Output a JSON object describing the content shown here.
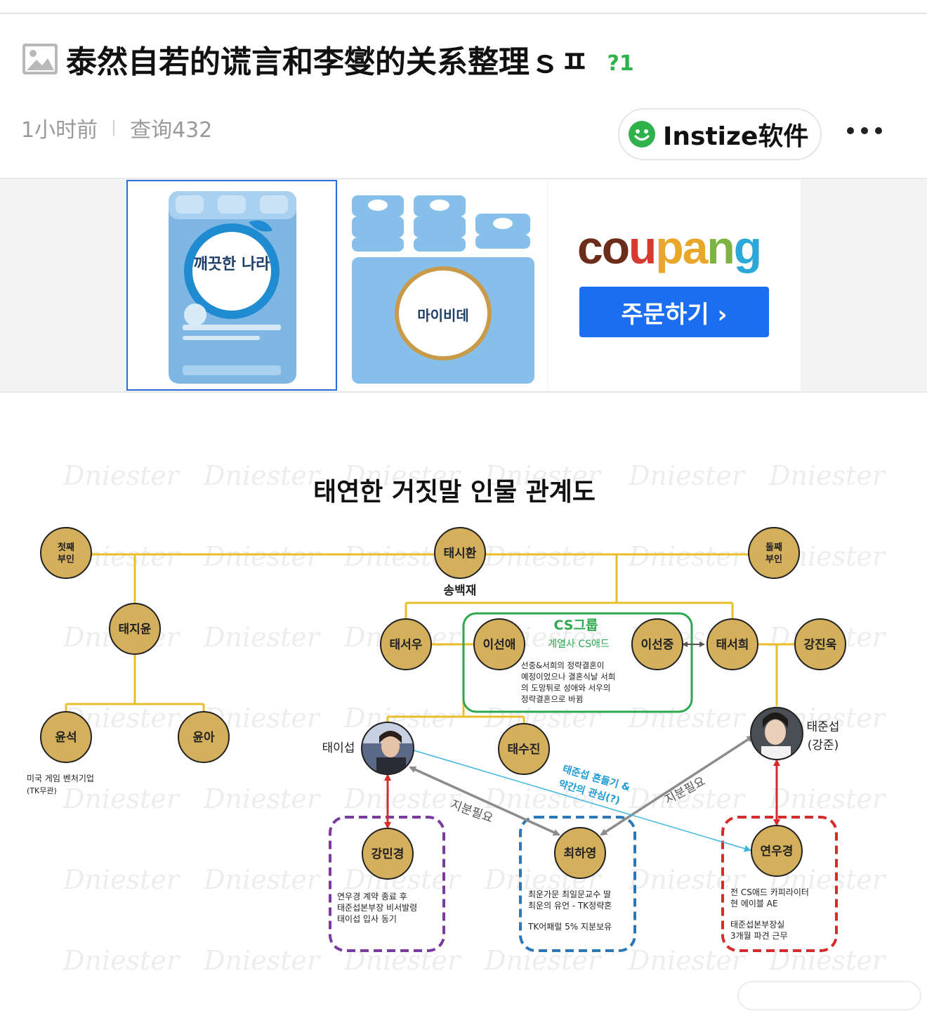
{
  "post": {
    "title": "泰然自若的谎言和李燮的关系整理ｓㅍ",
    "comment_count": "?1",
    "time": "1小时前",
    "views": "查询432",
    "app_label": "Instize软件"
  },
  "ad": {
    "product1_brand": "깨끗한 나라",
    "product2_label": "마이비데",
    "coupang_letters": [
      "c",
      "o",
      "u",
      "p",
      "a",
      "n",
      "g"
    ],
    "coupang_colors": [
      "#6b2c1a",
      "#6b2c1a",
      "#d63b2f",
      "#e8a72b",
      "#e8a72b",
      "#7cb342",
      "#2aa8d8"
    ],
    "order_button": "주문하기 ›"
  },
  "diagram": {
    "title": "태연한 거짓말 인물 관계도",
    "watermark": "Dniester",
    "nodes": {
      "first_wife": "첫째 부인",
      "tae_sihwan": "태시환",
      "second_wife": "둘째 부인",
      "tae_jiyun": "태지윤",
      "yunseok": "윤석",
      "yuna": "윤아",
      "tae_seowoo": "태서우",
      "lee_seonae": "이선애",
      "lee_seonjung": "이선중",
      "tae_seohee": "태서희",
      "kang_jinwook": "강진욱",
      "tae_sujin": "태수진",
      "kang_minkyung": "강민경",
      "choi_hayoung": "최하영",
      "yeon_wookyung": "연우경"
    },
    "labels": {
      "song_baekjae": "송백재",
      "cs_group": "CS그룹",
      "cs_affiliate": "계열사 CS애드",
      "cs_note": [
        "선중&서희의 정략결혼이",
        "예정이었으나 결혼식날 서희",
        "의 도망튀로 성애와 서우의",
        "정략결혼으로 바뀜"
      ],
      "tae_iseop": "태이섭",
      "tae_junseop": [
        "태준섭",
        "(강준)"
      ],
      "yunseok_note": [
        "미국 게임 벤처기업",
        "(TK무관)"
      ],
      "share_needed": "지분필요",
      "shake_note": [
        "태준섭 흔들기 &",
        "약간의 관심(?)"
      ],
      "kang_note": [
        "연우경 계약 종료 후",
        "태준섭본부장 비서발령",
        "태이섭 입사 동기"
      ],
      "choi_note": [
        "최운가문 최일문교수 딸",
        "최운의 유언 - TK정략혼",
        "",
        "TK어패럴 5% 지분보유"
      ],
      "yeon_note": [
        "전 CS애드 카피라이터",
        "현 에이블 AE",
        "",
        "태준섭본부장실",
        "3개월 파견 근무"
      ]
    },
    "colors": {
      "node_fill": "#d4b05c",
      "node_stroke": "#222222",
      "family_line": "#e6bf2a",
      "cs_box": "#2ea84f",
      "share_arrow": "#8c8c8c",
      "interest_arrow": "#3fb6e0",
      "red_link": "#d62b2b",
      "purple_box": "#7a3aa0",
      "blue_box": "#2a78b8",
      "red_box": "#d62b2b"
    }
  }
}
